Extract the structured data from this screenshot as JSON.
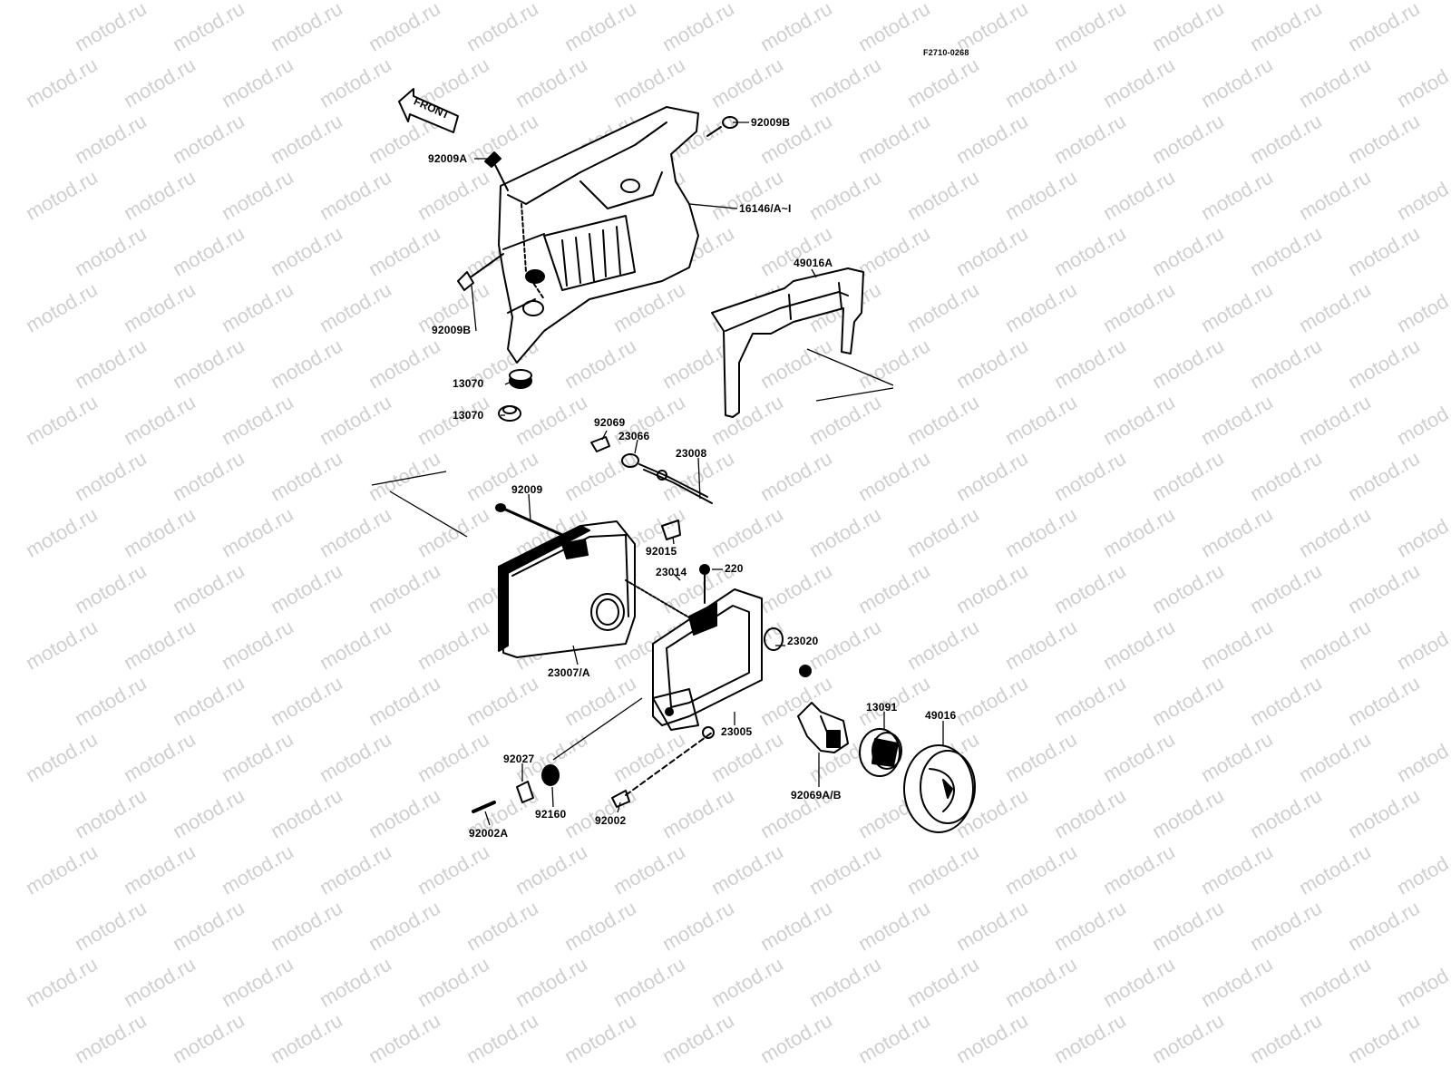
{
  "watermark": {
    "text": "motod.ru"
  },
  "diagram": {
    "code": "F2710-0268",
    "front_label": "FRONT",
    "parts": [
      {
        "label": "92009B"
      },
      {
        "label": "92009A"
      },
      {
        "label": "16146/A~I"
      },
      {
        "label": "92009B"
      },
      {
        "label": "49016A"
      },
      {
        "label": "13070"
      },
      {
        "label": "13070"
      },
      {
        "label": "92069"
      },
      {
        "label": "23066"
      },
      {
        "label": "23008"
      },
      {
        "label": "92009"
      },
      {
        "label": "92015"
      },
      {
        "label": "23014"
      },
      {
        "label": "220"
      },
      {
        "label": "23020"
      },
      {
        "label": "23007/A"
      },
      {
        "label": "23005"
      },
      {
        "label": "13091"
      },
      {
        "label": "49016"
      },
      {
        "label": "92027"
      },
      {
        "label": "92160"
      },
      {
        "label": "92002"
      },
      {
        "label": "92069A/B"
      },
      {
        "label": "92002A"
      }
    ]
  }
}
